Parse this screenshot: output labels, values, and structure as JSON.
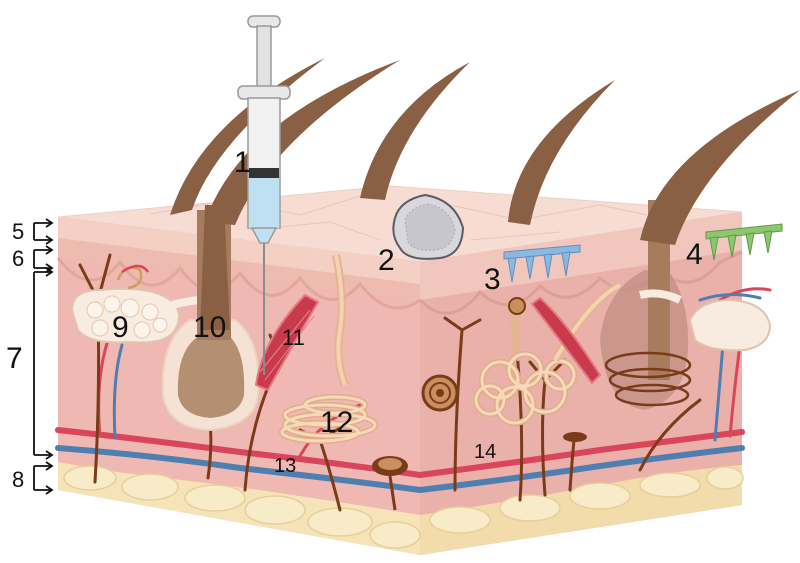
{
  "labels": {
    "l1": "1",
    "l2": "2",
    "l3": "3",
    "l4": "4",
    "l5": "5",
    "l6": "6",
    "l7": "7",
    "l8": "8",
    "l9": "9",
    "l10": "10",
    "l11": "11",
    "l12": "12",
    "l13": "13",
    "l14": "14"
  },
  "colors": {
    "epidermis_top": "#f6dcd2",
    "dermis_front": "#f0b8b2",
    "dermis_side": "#eab0aa",
    "hypodermis_fat": "#f6e3b8",
    "artery": "#d9455a",
    "vein": "#4f7fb0",
    "nerve": "#7a3b1a",
    "hair": "#8a6044",
    "syringe_liquid": "#bfe0f2",
    "microneedle_blue": "#8ab8e0",
    "microneedle_green": "#8cc770"
  }
}
